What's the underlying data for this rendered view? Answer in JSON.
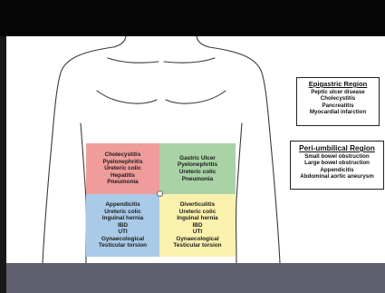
{
  "quadrants": {
    "right_upper": {
      "color": "#f09c9c",
      "items": [
        "Cholecystitis",
        "Pyelonephritis",
        "Ureteric colic",
        "Hepatitis",
        "Pneumonia"
      ]
    },
    "left_upper": {
      "color": "#a9d3a6",
      "items": [
        "Gastric Ulcer",
        "Pyelonephritis",
        "Ureteric colic",
        "Pneumonia"
      ]
    },
    "right_lower": {
      "color": "#a9cbe8",
      "items": [
        "Appendicitis",
        "Ureteric colic",
        "Inguinal hernia",
        "IBD",
        "UTI",
        "Gynaecological",
        "Testicular torsion"
      ]
    },
    "left_lower": {
      "color": "#fbf1ae",
      "items": [
        "Diverticulitis",
        "Ureteric colic",
        "Inguinal hernia",
        "IBD",
        "UTI",
        "Gynaecological",
        "Testicular torsion"
      ]
    }
  },
  "epigastric": {
    "title": "Epigastric Region",
    "items": [
      "Peptic ulcer disease",
      "Cholecystitis",
      "Pancreatitis",
      "Myocardial infarction"
    ]
  },
  "periumbilical": {
    "title": "Peri-umbilical Region",
    "items": [
      "Small bowel obstruction",
      "Large bowel obstruction",
      "Appendicitis",
      "Abdominal aortic aneurysm"
    ]
  },
  "colors": {
    "top_bar": "#050505",
    "bottom_bar": "#5f5f6d",
    "outline": "#3a3a3a"
  }
}
